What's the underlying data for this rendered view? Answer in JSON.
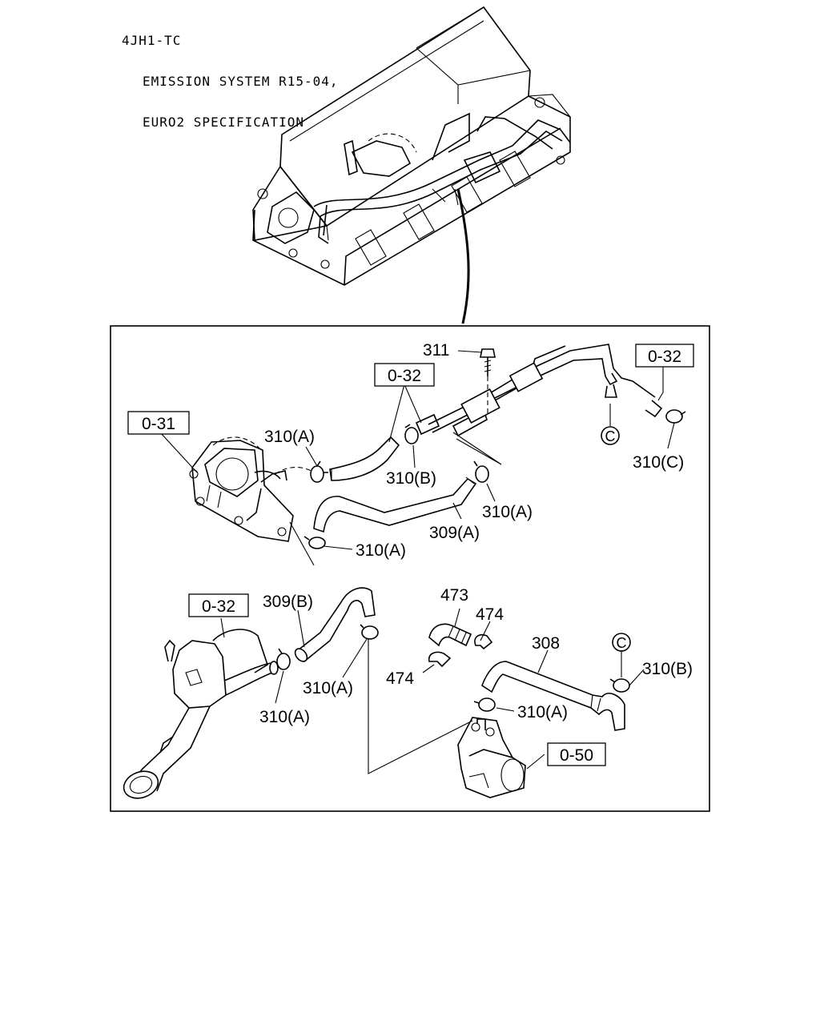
{
  "header": {
    "line1": "4JH1-TC",
    "line2": "EMISSION SYSTEM R15-04,",
    "line3": "EURO2 SPECIFICATION"
  },
  "refs": {
    "r_031": "0-31",
    "r_032_a": "0-32",
    "r_032_b": "0-32",
    "r_032_c": "0-32",
    "r_050": "0-50"
  },
  "callouts": {
    "c311": "311",
    "c310a_1": "310(A)",
    "c310b_1": "310(B)",
    "c310a_2": "310(A)",
    "c309a": "309(A)",
    "c310a_3": "310(A)",
    "c310c": "310(C)",
    "c309b": "309(B)",
    "c310a_4": "310(A)",
    "c310a_5": "310(A)",
    "c473": "473",
    "c474_a": "474",
    "c474_b": "474",
    "c308": "308",
    "c310b_2": "310(B)",
    "c310a_6": "310(A)"
  },
  "connectors": {
    "c_top": "C",
    "c_bottom": "C"
  }
}
